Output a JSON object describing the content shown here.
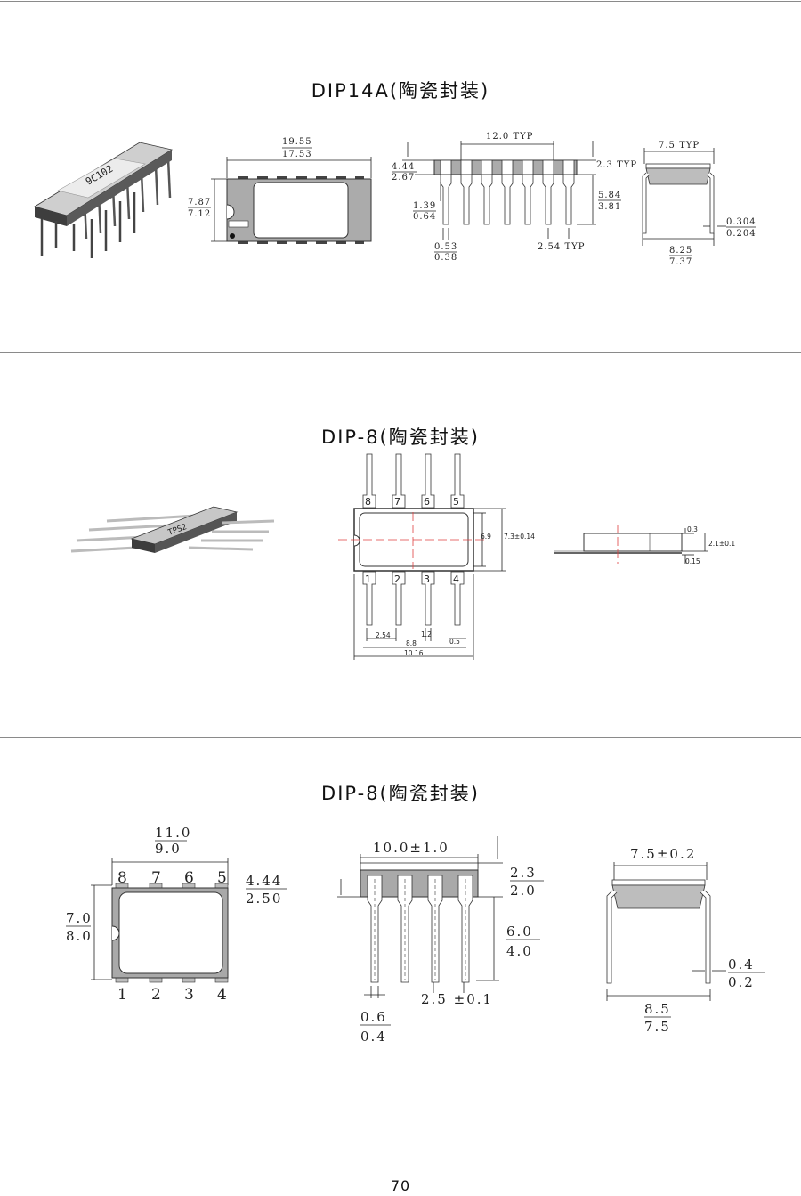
{
  "sections": [
    {
      "title": "DIP14A(陶瓷封装)",
      "dims": {
        "top_len_max": "19.55",
        "top_len_min": "17.53",
        "top_wid_max": "7.87",
        "top_wid_min": "7.12",
        "side_span": "12.0 TYP",
        "side_h_max": "4.44",
        "side_h_min": "2.67",
        "side_body": "2.3 TYP",
        "side_lead_max": "1.39",
        "side_lead_min": "0.64",
        "side_pin_len_max": "5.84",
        "side_pin_len_min": "3.81",
        "side_pin_w_max": "0.53",
        "side_pin_w_min": "0.38",
        "side_pitch": "2.54 TYP",
        "end_width": "7.5 TYP",
        "end_lead_max": "0.304",
        "end_lead_min": "0.204",
        "end_span_max": "8.25",
        "end_span_min": "7.37"
      },
      "chip_marking": "9C102"
    },
    {
      "title": "DIP-8(陶瓷封装)",
      "pins_top": [
        "8",
        "7",
        "6",
        "5"
      ],
      "pins_bottom": [
        "1",
        "2",
        "3",
        "4"
      ],
      "dims": {
        "inner_h": "6.9",
        "outer_h": "7.3±0.14",
        "pitch": "2.54",
        "pin_w": "1.2",
        "pin_end": "0.5",
        "inner_len": "8.8",
        "outer_len": "10.16",
        "side_top": "0.3",
        "side_h": "2.1±0.1",
        "side_lead": "0.15"
      },
      "chip_marking": "TPS2"
    },
    {
      "title": "DIP-8(陶瓷封装)",
      "pins_top": [
        "8",
        "7",
        "6",
        "5"
      ],
      "pins_bottom": [
        "1",
        "2",
        "3",
        "4"
      ],
      "dims": {
        "top_len_max": "11.0",
        "top_len_min": "9.0",
        "top_h_max": "4.44",
        "top_h_min": "2.50",
        "top_wid_a": "7.0",
        "top_wid_b": "8.0",
        "side_len": "10.0±1.0",
        "side_body_max": "2.3",
        "side_body_min": "2.0",
        "side_pin_max": "6.0",
        "side_pin_min": "4.0",
        "side_pitch": "2.5 ±0.1",
        "side_pin_w_max": "0.6",
        "side_pin_w_min": "0.4",
        "end_width": "7.5±0.2",
        "end_lead_max": "0.4",
        "end_lead_min": "0.2",
        "end_span_max": "8.5",
        "end_span_min": "7.5"
      }
    }
  ],
  "page_number": "70"
}
